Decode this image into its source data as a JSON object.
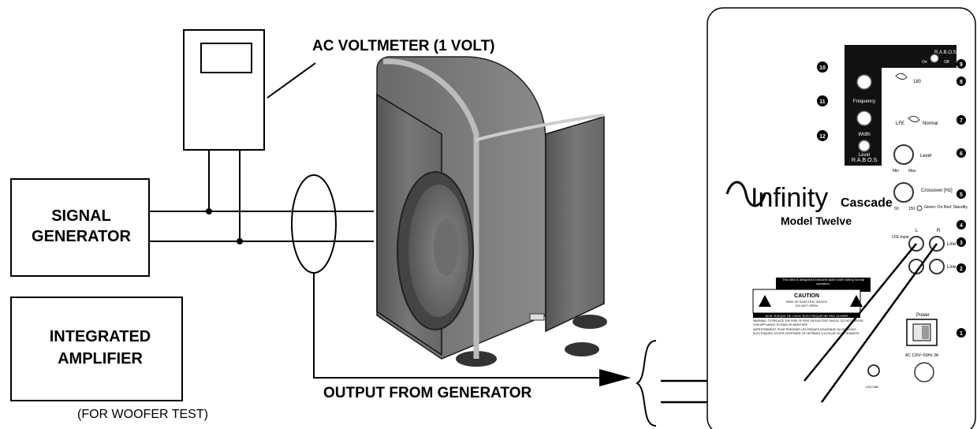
{
  "labels": {
    "voltmeter": "AC VOLTMETER (1 VOLT)",
    "signal_generator_line1": "SIGNAL",
    "signal_generator_line2": "GENERATOR",
    "amplifier_line1": "INTEGRATED",
    "amplifier_line2": "AMPLIFIER",
    "woofer_test_note": "(FOR WOOFER TEST)",
    "output_from_generator": "OUTPUT FROM GENERATOR"
  },
  "panel": {
    "brand": "Infinity",
    "product": "Cascade",
    "model": "Model Twelve",
    "raboss_label": "R.A.B.O.S.",
    "raboss_switch_on": "On",
    "raboss_switch_off": "Off",
    "knob_labels": [
      "Frequency",
      "Width",
      "Level"
    ],
    "polarity_label": "180",
    "lfe_label": "LFE",
    "normal_label": "Normal",
    "level_label": "Level",
    "level_min": "Min",
    "level_max": "Max",
    "crossover_label": "Crossover [Hz]",
    "crossover_min": "50",
    "crossover_max": "150",
    "led_label": "Green: On Red: Standby",
    "lfe_input_label": "LFE Input",
    "input_l": "L",
    "input_r": "R",
    "line_in": "Line In",
    "line_out": "Line Out",
    "warning_box": "This area is designed to become quite warm during normal operation.",
    "caution_title": "CAUTION",
    "caution_line1": "RISK OF ELECTRIC SHOCK",
    "caution_line2": "DO NOT OPEN",
    "caution_french": "AVIS: RISQUE DE CHOC ELECTRIQUE NE PAS OUVRIR",
    "warning_text": "WARNING: TO REDUCE THE RISK OF FIRE OR ELECTRIC SHOCK, DO NOT EXPOSE THIS APPLIANCE TO RAIN OR MOISTURE.",
    "avertissement_text": "AVERTISSEMENT: POUR PREVENIR LES RISQUES D'INCENDIE OU DE CHOCS ELECTRIQUES, EVITER D'EXPOSER CET APPAREIL A LA PLUIE OU A L'HUMIDITE.",
    "power_label": "Power",
    "power_rating": "AC 120V~60Hz 3A",
    "csa_label": "LR47482",
    "callouts": [
      "1",
      "2",
      "3",
      "4",
      "5",
      "6",
      "7",
      "8",
      "9",
      "10",
      "11",
      "12"
    ]
  }
}
